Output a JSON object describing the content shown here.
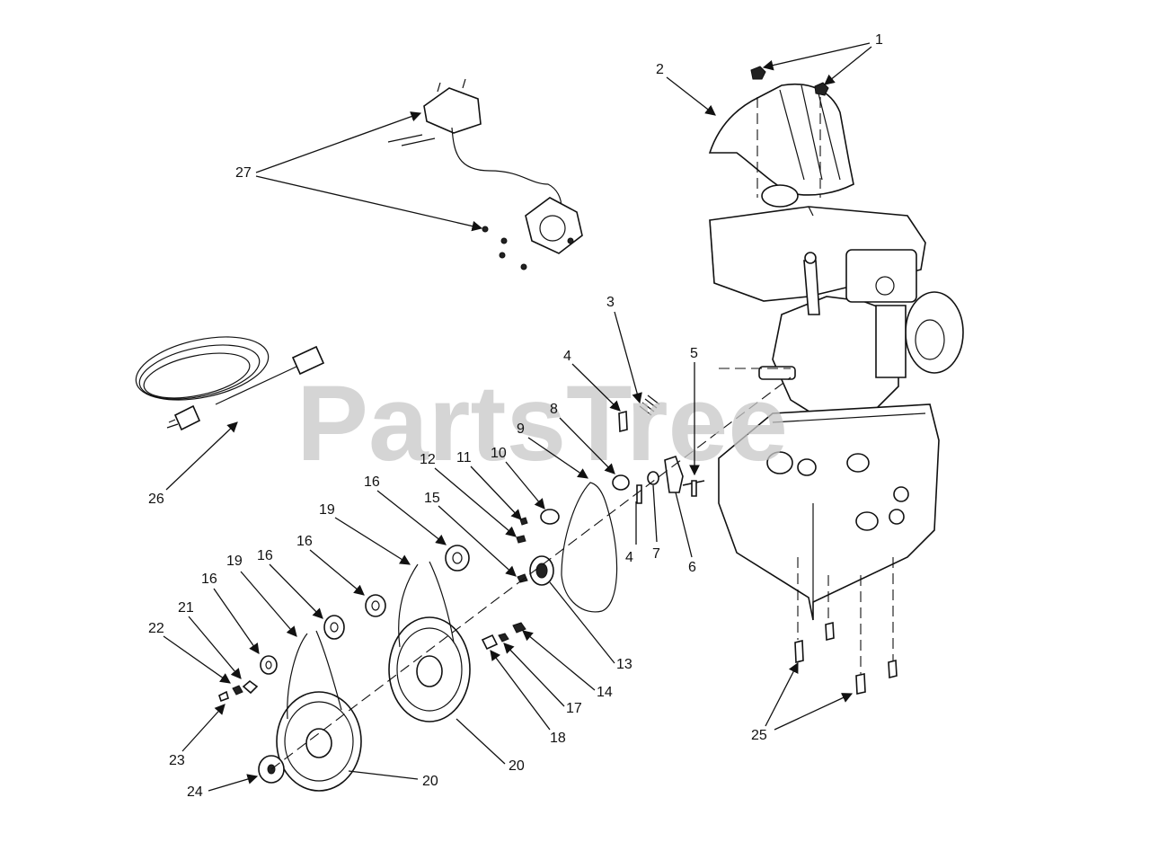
{
  "watermark": "PartsTree",
  "callouts": [
    {
      "id": "c1",
      "label": "1"
    },
    {
      "id": "c2",
      "label": "2"
    },
    {
      "id": "c3",
      "label": "3"
    },
    {
      "id": "c4a",
      "label": "4"
    },
    {
      "id": "c4b",
      "label": "4"
    },
    {
      "id": "c5",
      "label": "5"
    },
    {
      "id": "c6",
      "label": "6"
    },
    {
      "id": "c7",
      "label": "7"
    },
    {
      "id": "c8",
      "label": "8"
    },
    {
      "id": "c9",
      "label": "9"
    },
    {
      "id": "c10",
      "label": "10"
    },
    {
      "id": "c11",
      "label": "11"
    },
    {
      "id": "c12",
      "label": "12"
    },
    {
      "id": "c13",
      "label": "13"
    },
    {
      "id": "c14",
      "label": "14"
    },
    {
      "id": "c15",
      "label": "15"
    },
    {
      "id": "c16a",
      "label": "16"
    },
    {
      "id": "c16b",
      "label": "16"
    },
    {
      "id": "c16c",
      "label": "16"
    },
    {
      "id": "c16d",
      "label": "16"
    },
    {
      "id": "c17",
      "label": "17"
    },
    {
      "id": "c18",
      "label": "18"
    },
    {
      "id": "c19a",
      "label": "19"
    },
    {
      "id": "c19b",
      "label": "19"
    },
    {
      "id": "c20a",
      "label": "20"
    },
    {
      "id": "c20b",
      "label": "20"
    },
    {
      "id": "c21",
      "label": "21"
    },
    {
      "id": "c22",
      "label": "22"
    },
    {
      "id": "c23",
      "label": "23"
    },
    {
      "id": "c24",
      "label": "24"
    },
    {
      "id": "c25",
      "label": "25"
    },
    {
      "id": "c26",
      "label": "26"
    },
    {
      "id": "c27",
      "label": "27"
    }
  ]
}
